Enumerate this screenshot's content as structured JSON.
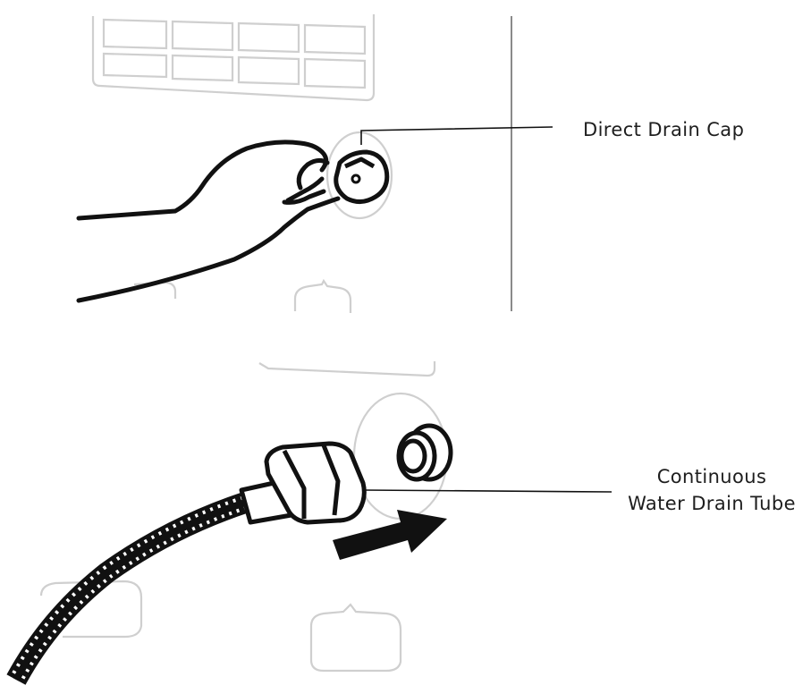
{
  "labels": {
    "direct_drain_cap": "Direct Drain Cap",
    "continuous_tube_line1": "Continuous",
    "continuous_tube_line2": "Water Drain Tube"
  },
  "colors": {
    "line_art": "#111111",
    "light_outline": "#c8c8c8",
    "background": "#ffffff"
  }
}
